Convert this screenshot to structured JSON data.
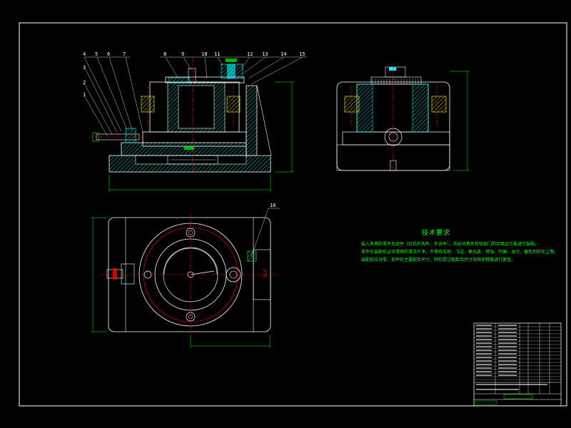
{
  "part_labels": [
    "1",
    "2",
    "3",
    "4",
    "5",
    "6",
    "7",
    "8",
    "9",
    "10",
    "11",
    "12",
    "13",
    "14",
    "15",
    "16"
  ],
  "technical_requirements": {
    "title": "技术要求",
    "lines": [
      "装入夹具的零件及组件（包括外购件、外协件），均必须具有检验部门的合格证方能进行装配。",
      "零件在装配前必须清理和清洗干净，不得有毛刺、飞边、氧化皮、锈蚀、切屑、油污、着色剂和灰尘等。",
      "装配前应对零、部件的主要配合尺寸，特别是过盈配合尺寸及相关精度进行复查。"
    ]
  },
  "colors": {
    "outline": "#ffffff",
    "hatch": "#00ffff",
    "section": "#ff0000",
    "dimension": "#00ff00",
    "accent": "#ffff00",
    "frame": "#ffffff"
  }
}
